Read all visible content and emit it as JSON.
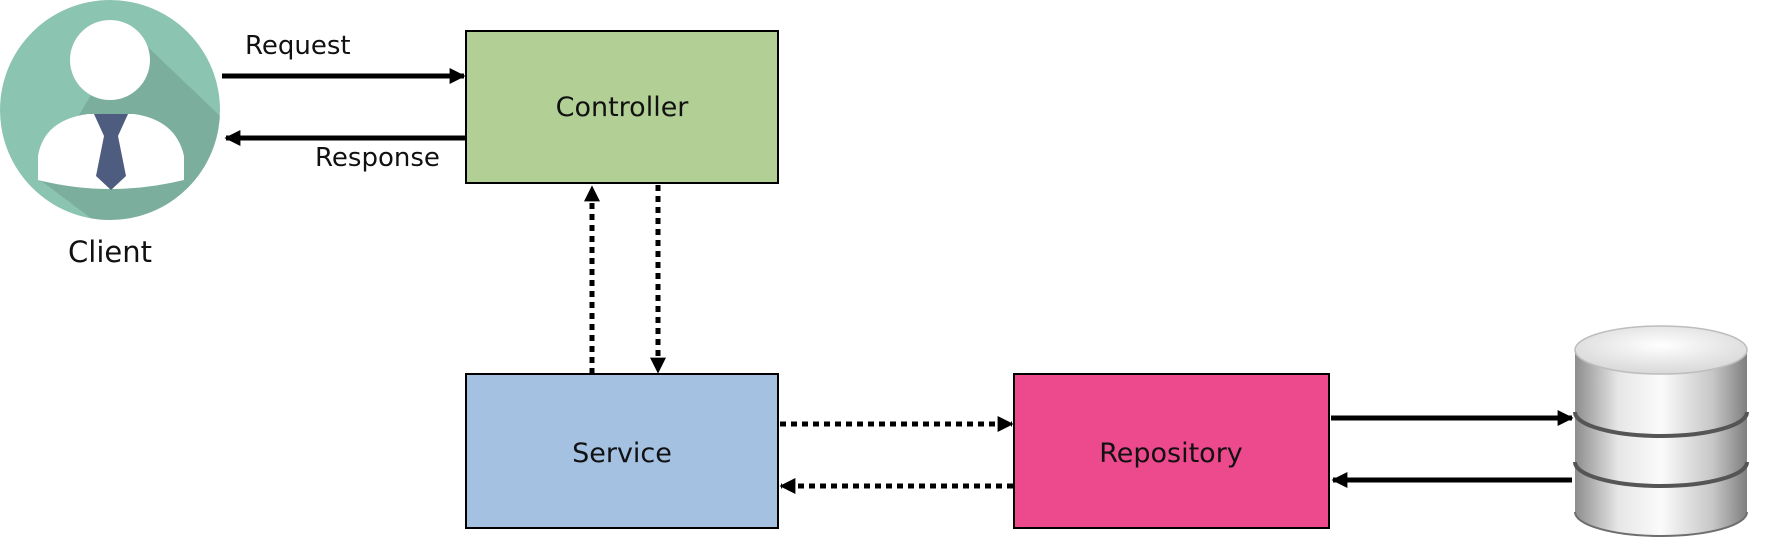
{
  "diagram": {
    "client": {
      "label": "Client",
      "icon": "user-icon"
    },
    "request_label": "Request",
    "response_label": "Response",
    "controller": {
      "label": "Controller",
      "color": "#b2d096"
    },
    "service": {
      "label": "Service",
      "color": "#a4c1e2"
    },
    "repository": {
      "label": "Repository",
      "color": "#ec4a8c"
    },
    "database": {
      "icon": "database-icon"
    }
  }
}
